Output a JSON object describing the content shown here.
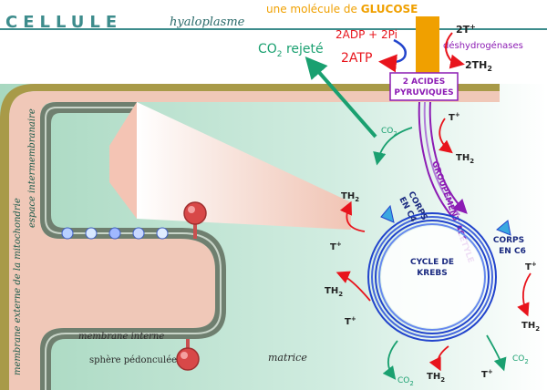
{
  "header": {
    "cell_label": "CELLULE",
    "hyaloplasm_label": "hyaloplasme",
    "glucose_prefix": "une molécule de ",
    "glucose_word": "GLUCOSE"
  },
  "glycolysis": {
    "adp_pi": "2ADP + 2Pi",
    "atp": "2ATP",
    "t_plus": "2T",
    "t_plus_sup": "+",
    "dehydrogenases": "déshydrogénases",
    "th2": "2TH",
    "th2_sub": "2",
    "pyruvic_line1": "2 ACIDES",
    "pyruvic_line2": "PYRUVIQUES",
    "co2_rejected": "CO",
    "co2_rejected_sub": "2",
    "co2_rejected_suffix": " rejeté"
  },
  "krebs": {
    "acetyl_group": "GROUPEMENT ACÉTYLE",
    "c4_line1": "CORPS",
    "c4_line2": "EN C4",
    "c6_line1": "CORPS",
    "c6_line2": "EN C6",
    "cycle_line1": "CYCLE DE",
    "cycle_line2": "KREBS",
    "co2": "CO",
    "co2_sub": "2",
    "tplus": "T",
    "tplus_sup": "+",
    "th": "TH",
    "th_sub": "2"
  },
  "mitochondrion": {
    "outer_membrane": "membrane externe de la mitochondrie",
    "intermembrane_space": "espace intermembranaire",
    "inner_membrane": "membrane interne",
    "stalked_sphere": "sphère pédonculée",
    "matrix": "matrice"
  },
  "colors": {
    "title_teal": "#3d8c8c",
    "glucose_orange": "#f0a000",
    "red": "#e8141c",
    "purple": "#8c1cb4",
    "green": "#1aa070",
    "blue": "#2244cc",
    "membrane_olive": "#a89a48",
    "membrane_grey": "#7a8a7a",
    "intermembrane_pink": "#f0c8b8",
    "matrix_green": "#b8e0cc",
    "sphere_red": "#d84848"
  }
}
